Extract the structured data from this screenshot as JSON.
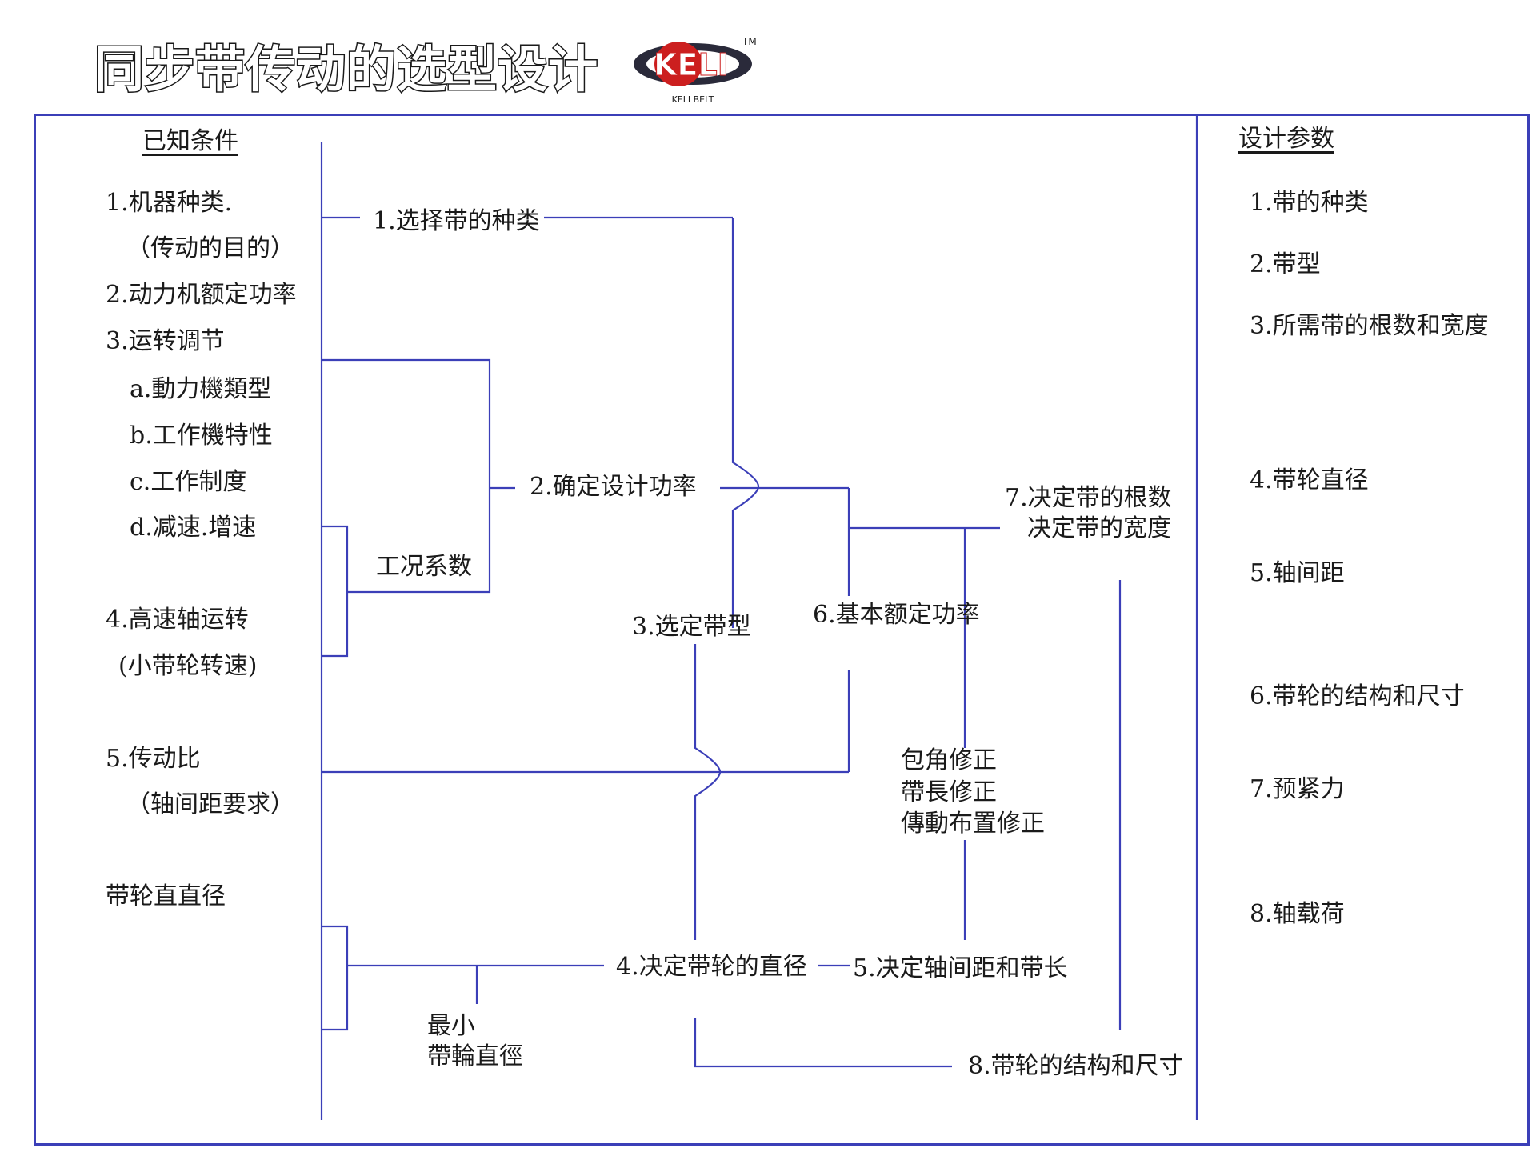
{
  "title": "同步带传动的选型设计",
  "logo": {
    "mark": "KELI",
    "tm": "TM",
    "caption": "KELI BELT"
  },
  "left": {
    "header": "已知条件",
    "items": [
      "1.机器种类.",
      "（传动的目的）",
      "2.动力机额定功率",
      "3.运转调节",
      "a.動力機類型",
      "b.工作機特性",
      "c.工作制度",
      "d.减速.增速",
      "4.高速轴运转",
      "(小带轮转速)",
      "5.传动比",
      "（轴间距要求）",
      "带轮直直径"
    ]
  },
  "middle": {
    "steps": {
      "s1": "1.选择带的种类",
      "s2": "2.确定设计功率",
      "factor": "工况系数",
      "s3": "3.选定带型",
      "s6": "6.基本额定功率",
      "s7a": "7.决定带的根数",
      "s7b": "决定带的宽度",
      "corr1": "包角修正",
      "corr2": "帶長修正",
      "corr3": "傳動布置修正",
      "s4": "4.决定带轮的直径",
      "s5": "5.决定轴间距和带长",
      "min1": "最小",
      "min2": "帶輪直徑",
      "s8": "8.带轮的结构和尺寸"
    }
  },
  "right": {
    "header": "设计参数",
    "items": [
      "1.带的种类",
      "2.带型",
      "3.所需带的根数和宽度",
      "4.带轮直径",
      "5.轴间距",
      "6.带轮的结构和尺寸",
      "7.预紧力",
      "8.轴载荷"
    ]
  },
  "colors": {
    "line": "#3b3fb8",
    "text": "#1a1a1a",
    "logo_red": "#cc1f1f",
    "logo_dark": "#2a2a3a"
  }
}
